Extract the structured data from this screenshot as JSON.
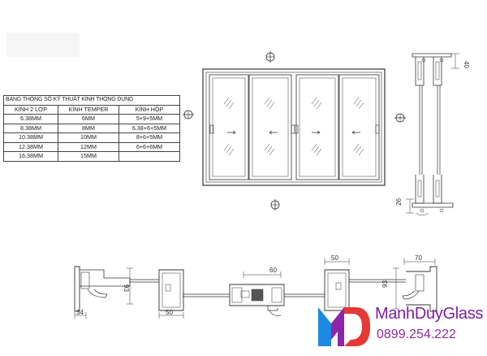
{
  "spec_table": {
    "title": "BẢNG THÔNG SỐ KỸ THUẬT KÍNH THÔNG DỤNG",
    "headers": [
      "KÍNH 2 LỚP",
      "KÍNH TEMPER",
      "KÍNH HỘP"
    ],
    "rows": [
      [
        "6.38MM",
        "6MM",
        "5+9+5MM"
      ],
      [
        "8.38MM",
        "8MM",
        "6.38+6+5MM"
      ],
      [
        "10.38MM",
        "10MM",
        "8+6+5MM"
      ],
      [
        "12.38MM",
        "12MM",
        "6+6+6MM"
      ],
      [
        "16.38MM",
        "15MM",
        ""
      ]
    ]
  },
  "dimensions": {
    "vertical_top": "40",
    "vertical_bottom": "26",
    "bottom_left_height": "93",
    "bottom_left_width": "34",
    "bottom_left_frame": "50",
    "center_width": "60",
    "right_width": "50",
    "far_right_width": "70",
    "right_height": "93"
  },
  "brand": {
    "name": "ManhDuyGlass",
    "phone": "0899.254.222",
    "colors": {
      "primary": "#7b1fa2",
      "accent": "#e53935",
      "blue": "#1e88e5"
    }
  }
}
